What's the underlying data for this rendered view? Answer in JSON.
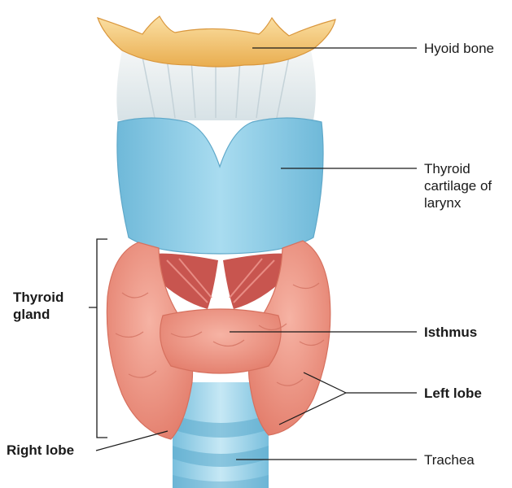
{
  "diagram": {
    "labels": {
      "hyoid_bone": "Hyoid bone",
      "thyroid_cartilage": "Thyroid\ncartilage of\nlarynx",
      "thyroid_gland": "Thyroid\ngland",
      "isthmus": "Isthmus",
      "left_lobe": "Left lobe",
      "right_lobe": "Right lobe",
      "trachea": "Trachea"
    },
    "colors": {
      "bone": "#f2c36b",
      "cartilage": "#8ccde8",
      "gland": "#ec8f7f",
      "muscle": "#c8554f",
      "membrane": "#e9eef0",
      "leader_line": "#1a1a1a"
    }
  }
}
